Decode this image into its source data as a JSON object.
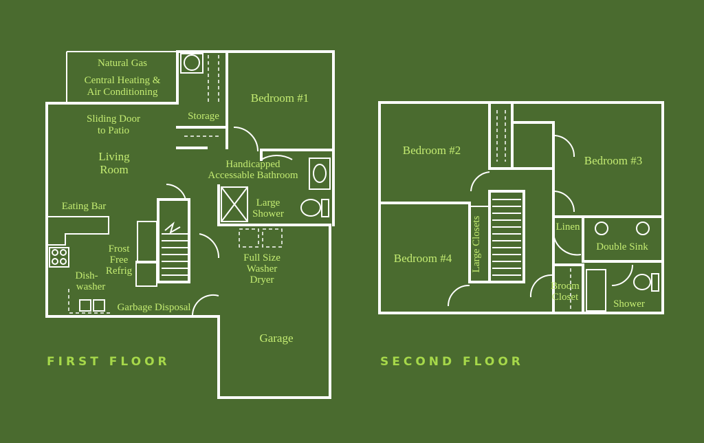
{
  "first_floor": {
    "title": "FIRST FLOOR",
    "labels": {
      "natural_gas": "Natural Gas",
      "central_heating_1": "Central Heating &",
      "central_heating_2": "Air Conditioning",
      "storage": "Storage",
      "bedroom_1": "Bedroom #1",
      "sliding_door_1": "Sliding Door",
      "sliding_door_2": "to Patio",
      "living_room_1": "Living",
      "living_room_2": "Room",
      "handicapped_bath_1": "Handicapped",
      "handicapped_bath_2": "Accessable Bathroom",
      "large_shower_1": "Large",
      "large_shower_2": "Shower",
      "eating_bar": "Eating Bar",
      "frost_free_1": "Frost",
      "frost_free_2": "Free",
      "frost_free_3": "Refrig",
      "dishwasher_1": "Dish-",
      "dishwasher_2": "washer",
      "washer_dryer_1": "Full Size",
      "washer_dryer_2": "Washer",
      "washer_dryer_3": "Dryer",
      "garbage_disposal": "Garbage Disposal",
      "garage": "Garage"
    }
  },
  "second_floor": {
    "title": "SECOND FLOOR",
    "labels": {
      "bedroom_2": "Bedroom #2",
      "bedroom_3": "Bedroom #3",
      "bedroom_4": "Bedroom #4",
      "large_closets": "Large Closets",
      "linen": "Linen",
      "double_sink": "Double Sink",
      "broom_closet_1": "Broom",
      "broom_closet_2": "Closet",
      "shower": "Shower"
    }
  },
  "colors": {
    "background": "#4a6b2f",
    "walls": "#ffffff",
    "label_text": "#c4ec72",
    "title_text": "#a6d84a"
  }
}
